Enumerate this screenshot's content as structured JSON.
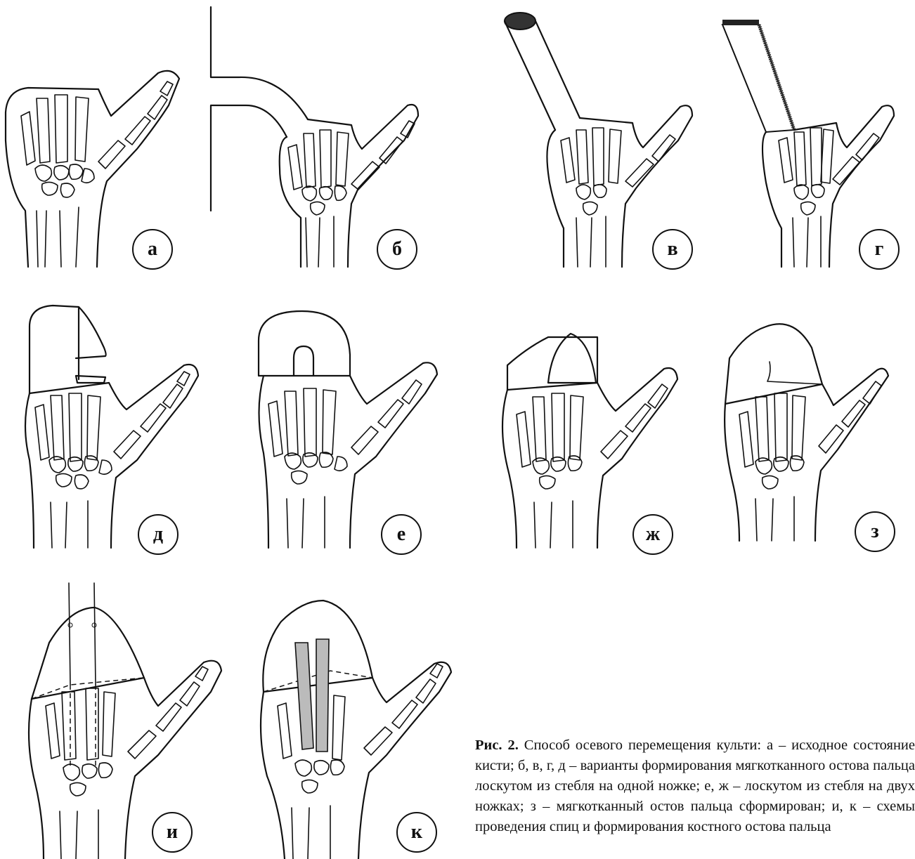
{
  "figure": {
    "panels": [
      {
        "id": "a",
        "label": "а"
      },
      {
        "id": "b",
        "label": "б"
      },
      {
        "id": "v",
        "label": "в"
      },
      {
        "id": "g",
        "label": "г"
      },
      {
        "id": "d",
        "label": "д"
      },
      {
        "id": "e",
        "label": "е"
      },
      {
        "id": "zh",
        "label": "ж"
      },
      {
        "id": "z",
        "label": "з"
      },
      {
        "id": "i",
        "label": "и"
      },
      {
        "id": "k",
        "label": "к"
      }
    ]
  },
  "caption": {
    "prefix": "Рис. 2.",
    "text": " Способ осевого перемещения культи: а – исходное состояние кисти; б, в, г, д – варианты формирования мягкотканного остова пальца лоскутом из стебля на одной ножке;  е, ж – лоскутом из стебля на двух ножках; з – мягкотканный остов пальца сформирован; и, к – схемы проведения спиц и формирования костного остова пальца"
  }
}
